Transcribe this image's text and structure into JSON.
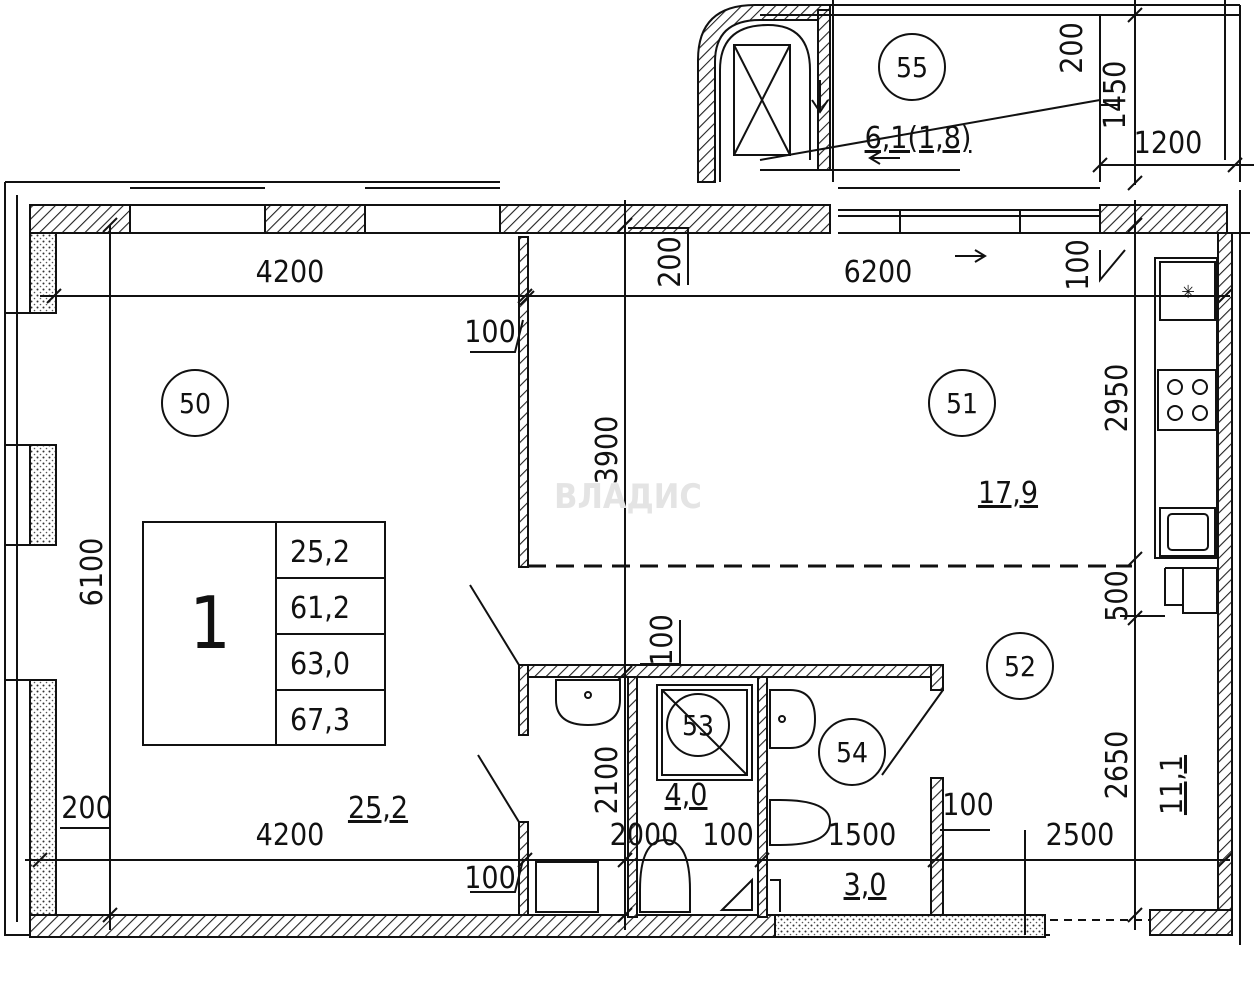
{
  "watermark": "ВЛАДИС",
  "apartment": {
    "number": "1",
    "areas": [
      "25,2",
      "61,2",
      "63,0",
      "67,3"
    ]
  },
  "rooms": [
    {
      "id": "50",
      "area": "25,2"
    },
    {
      "id": "51",
      "area": "17,9"
    },
    {
      "id": "52",
      "area": "11,1"
    },
    {
      "id": "53",
      "area": "4,0"
    },
    {
      "id": "54",
      "area": "3,0"
    },
    {
      "id": "55",
      "area": "6,1(1,8)"
    }
  ],
  "dimensions": {
    "top_left_width": "4200",
    "top_right_width": "6200",
    "bottom_left_width": "4200",
    "bottom_bath_width": "2000",
    "bottom_wc_width": "1500",
    "bottom_right_width": "2500",
    "left_height": "6100",
    "mid_height": "3900",
    "right_upper_height": "2950",
    "right_gap": "500",
    "right_lower_height": "2650",
    "bath_height": "2100",
    "balcony_width": "1200",
    "balcony_depth": "1450",
    "balcony_offset": "200",
    "wall_top_mid": "200",
    "wall_top_right": "100",
    "partition_upper": "100",
    "partition_mid": "100",
    "partition_lower": "100",
    "wall_left_bottom": "200",
    "wall_bath": "100",
    "wall_right_bottom": "100"
  }
}
